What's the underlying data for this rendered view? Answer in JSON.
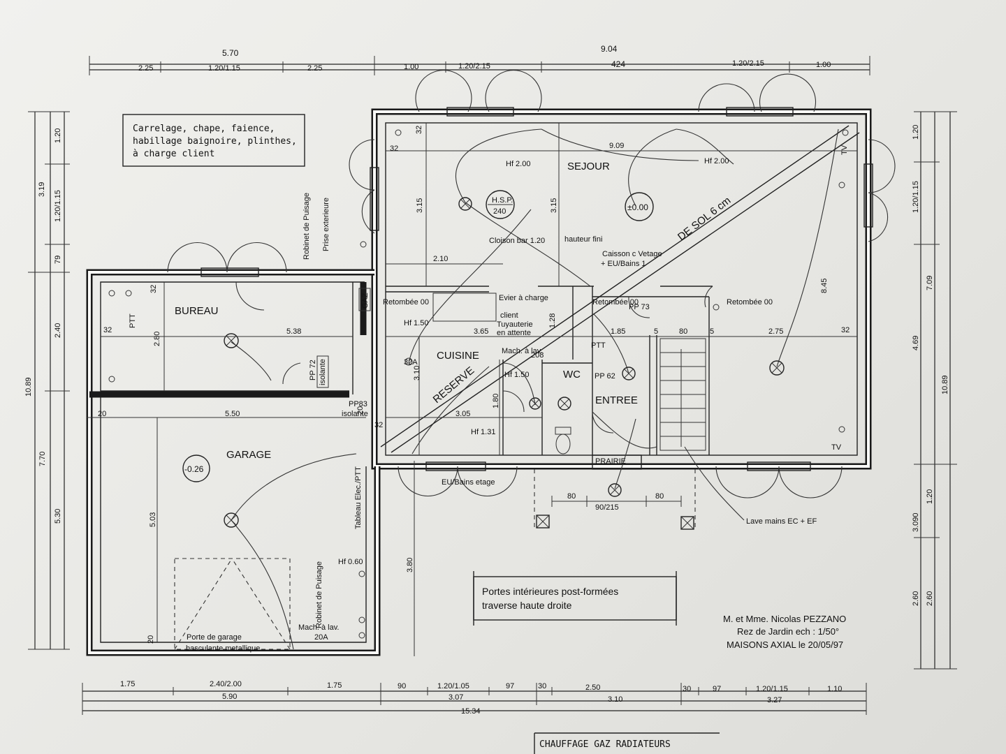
{
  "rooms": {
    "sejour": "SEJOUR",
    "cuisine": "CUISINE",
    "bureau": "BUREAU",
    "garage": "GARAGE",
    "wc": "WC",
    "entree": "ENTREE",
    "prairie": "PRAIRIE",
    "reserve": "RESERVE"
  },
  "notes": {
    "client_line1": "Carrelage, chape, faience,",
    "client_line2": "habillage baignoire, plinthes,",
    "client_line3": "à charge client",
    "doors_line1": "Portes intérieures post-formées",
    "doors_line2": "traverse haute droite",
    "sol": "DE  SOL  6  cm",
    "chauffage": "CHAUFFAGE GAZ RADIATEURS"
  },
  "title_block": {
    "owner": "M. et Mme. Nicolas PEZZANO",
    "level": "Rez de Jardin ech : 1/50°",
    "builder": "MAISONS AXIAL le 20/05/97"
  },
  "levels": {
    "hsp_top": "H.S.P.",
    "hsp_bottom": "240",
    "sejour": "±0.00",
    "garage": "-0.26"
  },
  "labels": {
    "gaz": "GAZ",
    "ptt": "PTT",
    "ptt2": "PTT",
    "pp72": "PP 72",
    "isolante": "isolante",
    "pp83": "PP83",
    "isolante2": "isolante",
    "pp62": "PP 62",
    "pp73": "PP 73",
    "robinet1": "Robinet de Puisage",
    "prise_ext": "Prise exterieure",
    "robinet2": "Robinet de Puisage",
    "tableau": "Tableau Elec./PTT",
    "hf_060": "Hf 0.60",
    "mach_lav": "Mach. à lav.",
    "amp": "20A",
    "porte_garage1": "Porte de garage",
    "porte_garage2": "basculante metallique",
    "cloison": "Cloison bar 1.20",
    "hauteur_fini": "hauteur fini",
    "caisson1": "Caisson c Vetage",
    "caisson2": "+ EU/Bains 1",
    "evier1": "Evier à charge",
    "evier2": "client",
    "tuyau1": "Tuyauterie",
    "tuyau2": "en attente",
    "mach_lav2": "Mach. à lav.",
    "retombee1": "Retombée 00",
    "retombee2": "Retombée 00",
    "retombee3": "Retombée 00",
    "eu_bains": "EU/Bains etage",
    "lave_mains": "Lave mains EC + EF",
    "tv1": "TV",
    "tv2": "TV",
    "hf200a": "Hf 2.00",
    "hf200b": "Hf 2.00",
    "hf150a": "Hf 1.50",
    "hf150b": "Hf 1.50",
    "hf131": "Hf 1.31",
    "l32a": "32A",
    "l32b": "32",
    "l208": "208"
  },
  "dims_top": {
    "total_left": "5.70",
    "total_right": "9.04",
    "sub_right": "424",
    "a": "2.25",
    "b": "1.20/1.15",
    "c": "2.25",
    "d": "1.00",
    "e": "1.20/2.15",
    "f": "1.20/2.15",
    "g": "1.00"
  },
  "dims_bottom": {
    "r1": [
      "1.75",
      "2.40/2.00",
      "1.75",
      "90",
      "1.20/1.05",
      "97",
      "30",
      "2.50",
      "30",
      "97",
      "1.20/1.15",
      "1.10"
    ],
    "r2": [
      "5.90",
      "3.07",
      "3.10",
      "3.27"
    ],
    "r3": "15.34"
  },
  "dims_left": [
    "3.19",
    "1.20",
    "1.20/1.15",
    "79",
    "2.40",
    "10.89",
    "7.70",
    "5.30"
  ],
  "dims_right": [
    "1.20",
    "1.20/1.15",
    "7.09",
    "4.69",
    "10.89",
    "1.20",
    "3.090",
    "2.60",
    "2.60"
  ],
  "dims_inner": {
    "d909": "9.09",
    "d315a": "3.15",
    "d315b": "3.15",
    "d210": "2.10",
    "d845": "8.45",
    "d538": "5.38",
    "d280": "2.80",
    "d550": "5.50",
    "d365": "3.65",
    "d128": "1.28",
    "d185": "1.85",
    "d5a": "5",
    "d80a": "80",
    "d5b": "5",
    "d275": "2.75",
    "d310": "3.10",
    "d180": "1.80",
    "d305": "3.05",
    "d503": "5.03",
    "d380": "3.80",
    "d80b": "80",
    "d9215": "90/215",
    "d80c": "80",
    "d32a": "32",
    "d32b": "32",
    "d32c": "32",
    "d32d": "32",
    "d32e": "32",
    "d20a": "20",
    "d20b": "20",
    "d20c": "20"
  }
}
